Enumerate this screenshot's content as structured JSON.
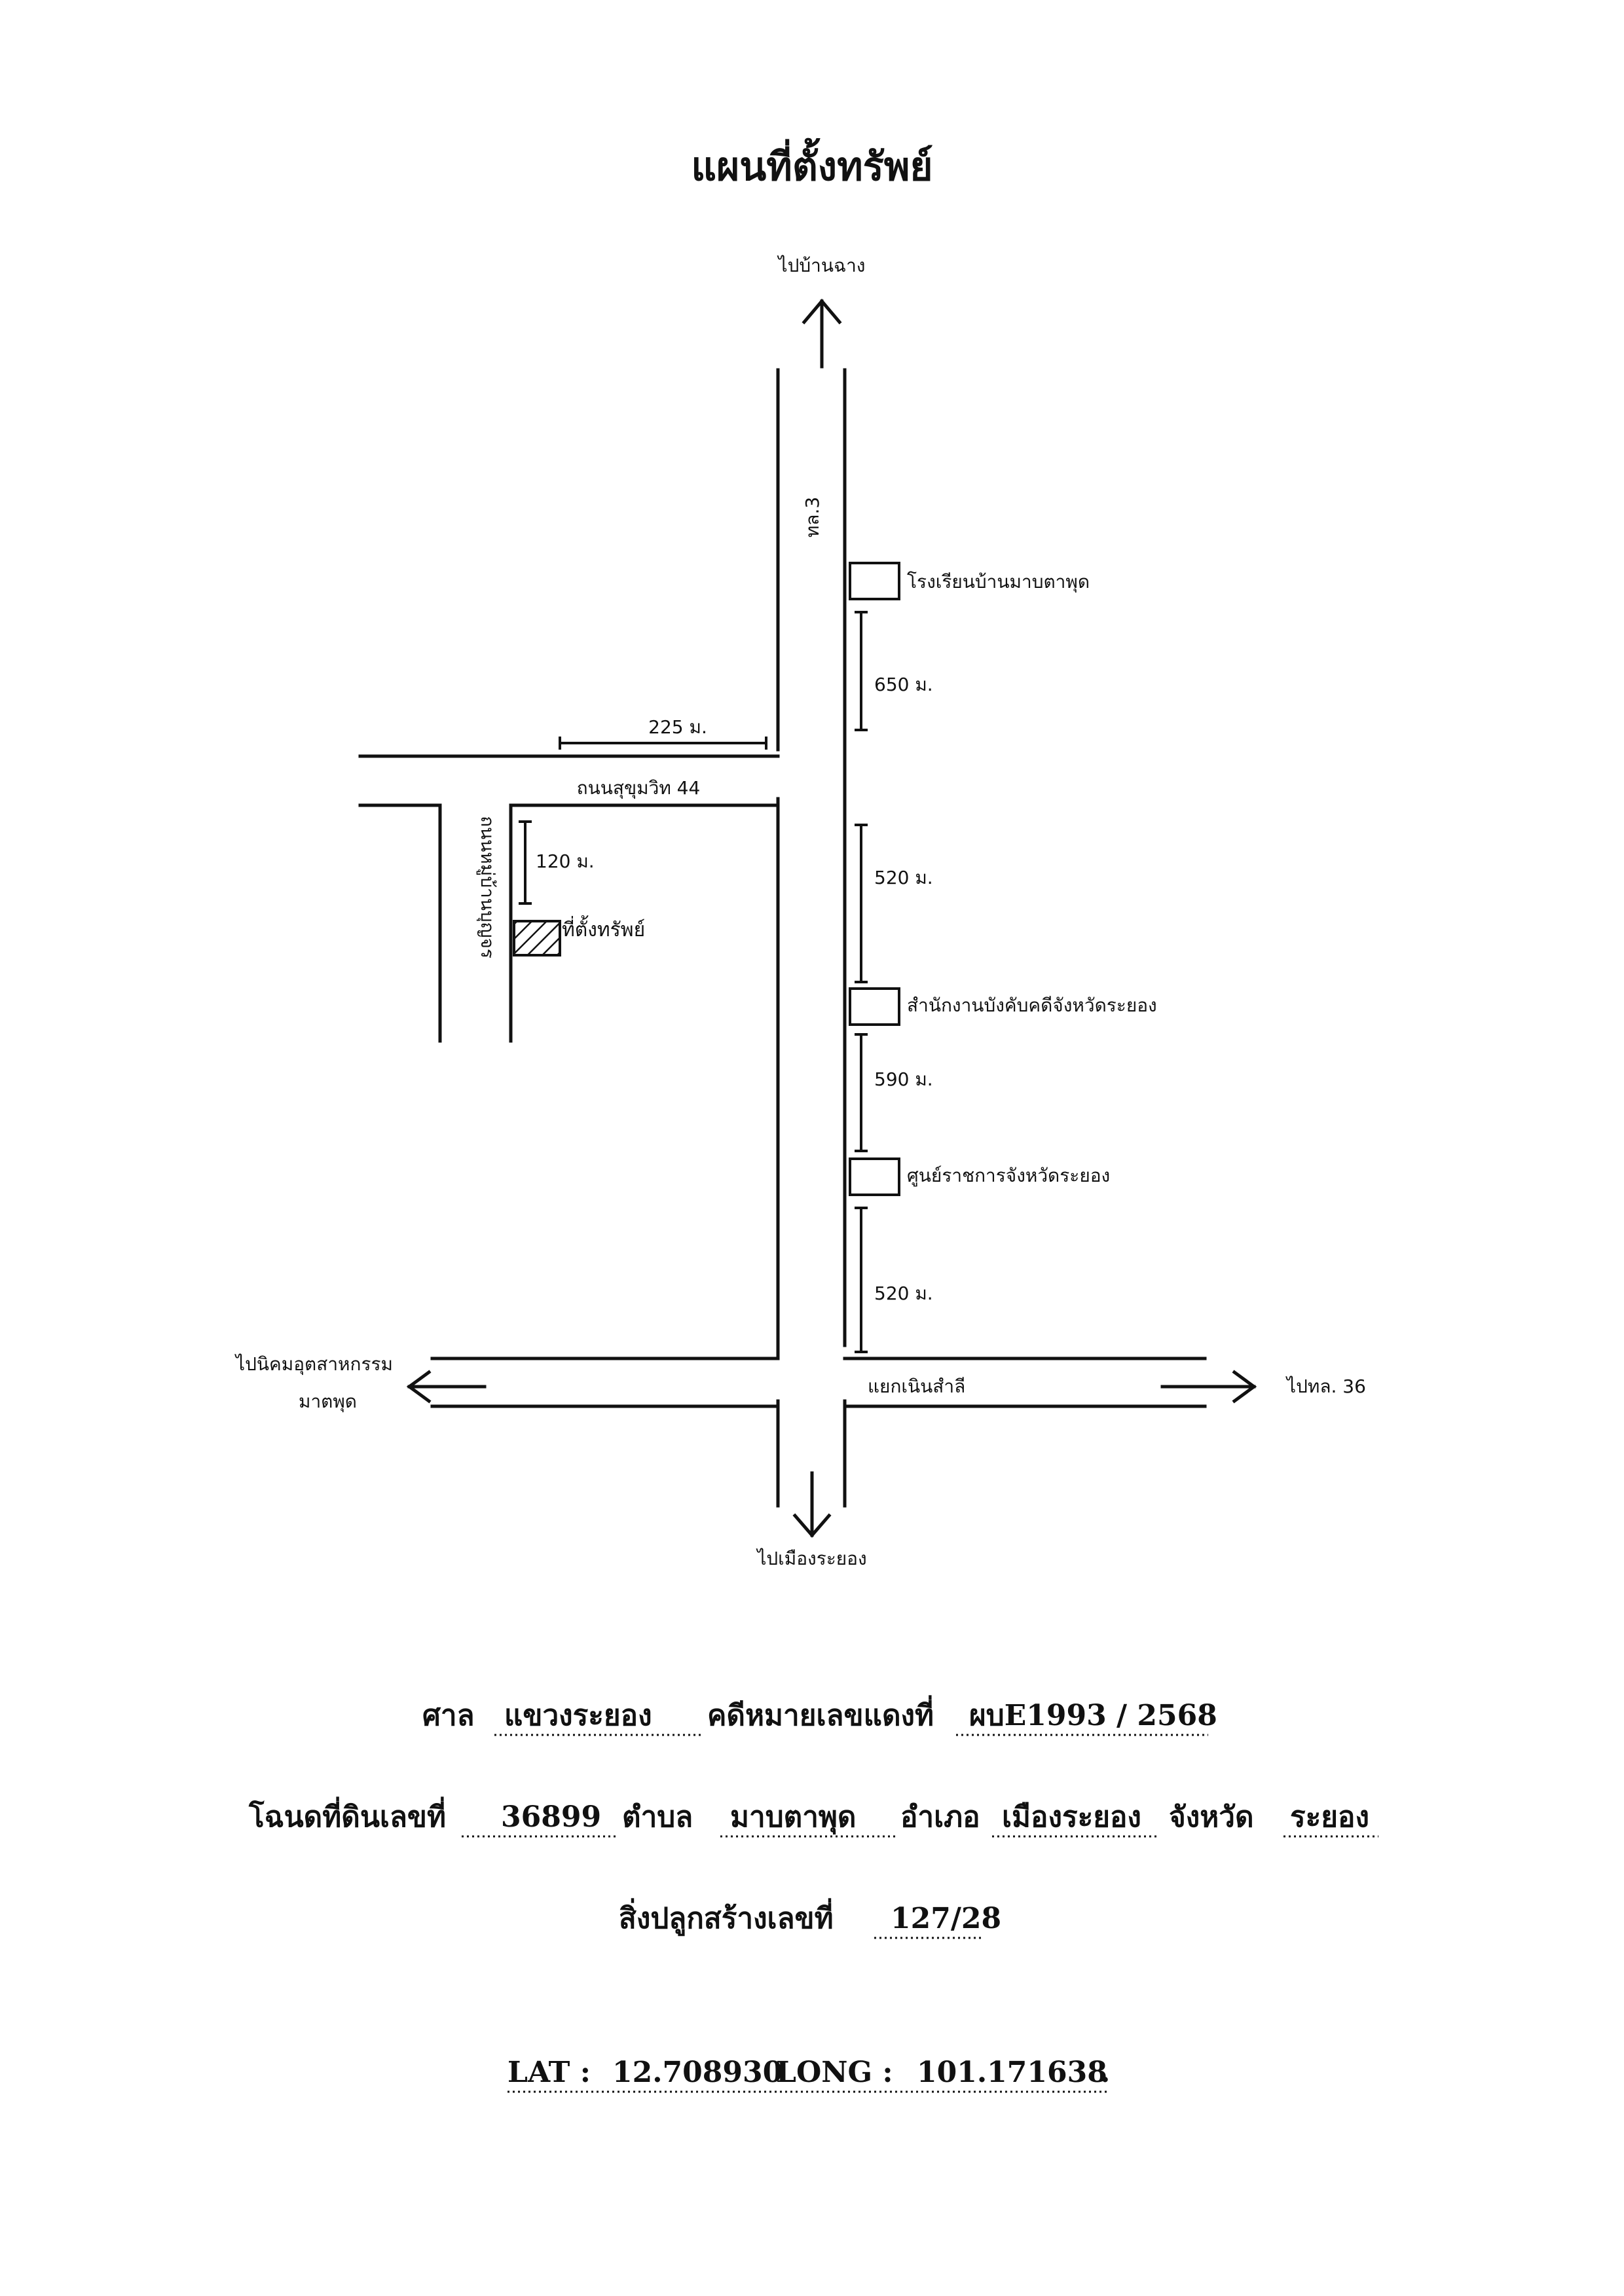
{
  "title": "แผนที่ตั้งทรัพย์",
  "map": {
    "directions": {
      "north": "ไปบ้านฉาง",
      "south": "ไปเมืองระยอง",
      "west_line1": "ไปนิคมอุตสาหกรรม",
      "west_line2": "มาตพุด",
      "east": "ไปทล. 36"
    },
    "roads": {
      "highway": "ทล.3",
      "sukhumvit": "ถนนสุขุมวิท 44",
      "soi": "ถนนหมู่บ้านบุญจร",
      "junction": "แยกเนินสำลี"
    },
    "distances": {
      "d225": "225 ม.",
      "d120": "120 ม.",
      "d650": "650 ม.",
      "d520a": "520 ม.",
      "d590": "590 ม.",
      "d520b": "520 ม."
    },
    "landmarks": {
      "school": "โรงเรียนบ้านมาบตาพุด",
      "enforcement_office": "สำนักงานบังคับคดีจังหวัดระยอง",
      "gov_center": "ศูนย์ราชการจังหวัดระยอง",
      "property": "ที่ตั้งทรัพย์"
    }
  },
  "case_info": {
    "court_label": "ศาล",
    "court_value": "แขวงระยอง",
    "case_label": "คดีหมายเลขแดงที่",
    "case_value": "ผบE1993  / 2568",
    "deed_label": "โฉนดที่ดินเลขที่",
    "deed_value": "36899",
    "tambon_label": "ตำบล",
    "tambon_value": "มาบตาพุด",
    "amphoe_label": "อำเภอ",
    "amphoe_value": "เมืองระยอง",
    "province_label": "จังหวัด",
    "province_value": "ระยอง",
    "building_label": "สิ่งปลูกสร้างเลขที่",
    "building_value": "127/28",
    "lat_label": "LAT :",
    "lat_value": "12.708930",
    "long_label": "LONG :",
    "long_value": "101.171638",
    "end_mark": "."
  }
}
